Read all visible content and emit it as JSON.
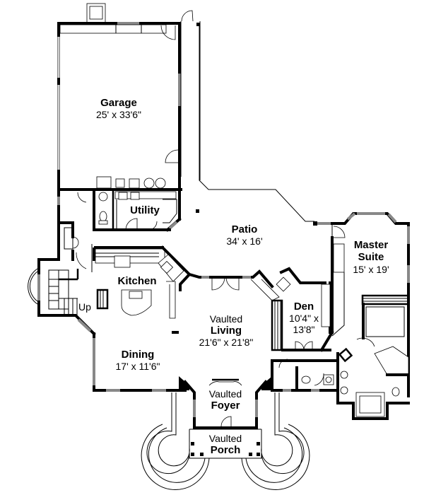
{
  "plan": {
    "colors": {
      "wall": "#000000",
      "window": "#888888",
      "background": "#ffffff"
    },
    "rooms": [
      {
        "id": "garage",
        "prefix": "",
        "name": "Garage",
        "dim": "25' x 33'6\""
      },
      {
        "id": "utility",
        "prefix": "",
        "name": "Utility",
        "dim": ""
      },
      {
        "id": "patio",
        "prefix": "",
        "name": "Patio",
        "dim": "34' x 16'"
      },
      {
        "id": "master",
        "prefix": "",
        "name": "Master Suite",
        "name_line1": "Master",
        "name_line2": "Suite",
        "dim": "15' x 19'"
      },
      {
        "id": "kitchen",
        "prefix": "",
        "name": "Kitchen",
        "dim": ""
      },
      {
        "id": "den",
        "prefix": "",
        "name": "Den",
        "dim_line1": "10'4\" x",
        "dim_line2": "13'8\""
      },
      {
        "id": "living",
        "prefix": "Vaulted",
        "name": "Living",
        "dim": "21'6\" x 21'8\""
      },
      {
        "id": "dining",
        "prefix": "",
        "name": "Dining",
        "dim": "17' x 11'6\""
      },
      {
        "id": "foyer",
        "prefix": "Vaulted",
        "name": "Foyer",
        "dim": ""
      },
      {
        "id": "porch",
        "prefix": "Vaulted",
        "name": "Porch",
        "dim": ""
      }
    ],
    "annotations": {
      "stairs": "Up"
    }
  }
}
